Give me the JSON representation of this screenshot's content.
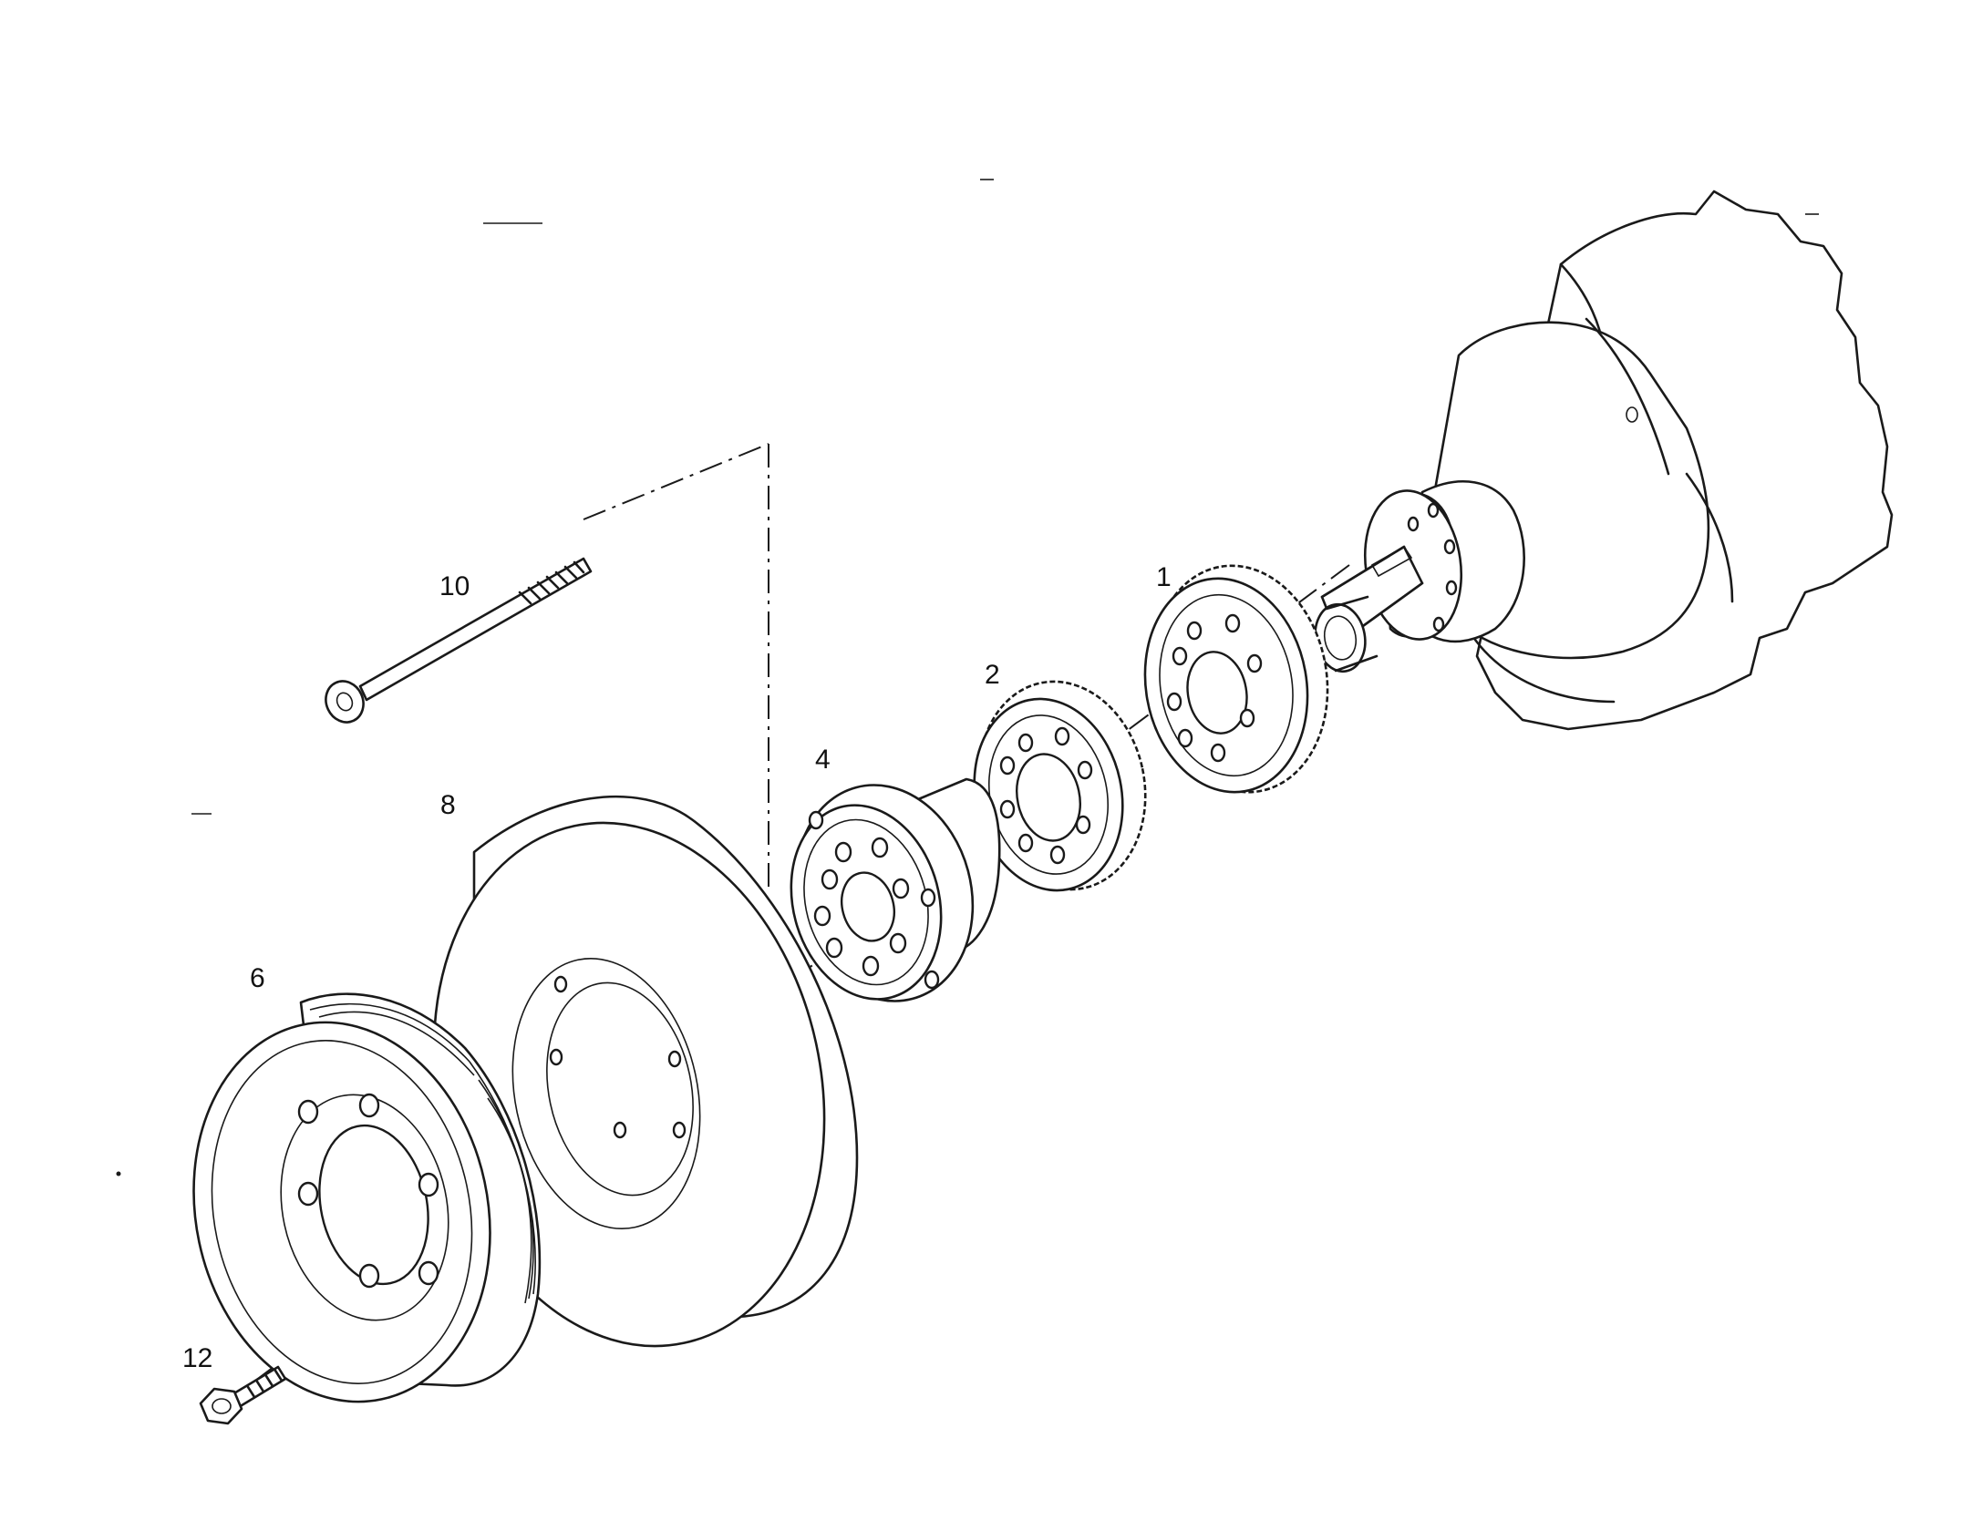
{
  "callouts": {
    "part_1": "1",
    "part_2": "2",
    "part_4": "4",
    "part_6": "6",
    "part_8": "8",
    "part_10": "10",
    "part_12": "12"
  }
}
